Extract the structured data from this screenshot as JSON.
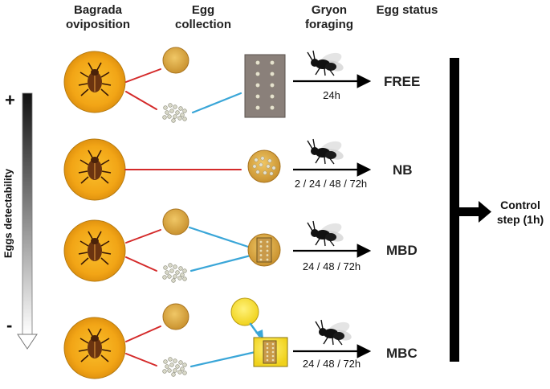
{
  "headers": {
    "oviposition": "Bagrada\noviposition",
    "collection": "Egg\ncollection",
    "foraging": "Gryon\nforaging",
    "status": "Egg status"
  },
  "axis": {
    "label": "Eggs detectability",
    "plus": "+",
    "minus": "-"
  },
  "rows": [
    {
      "status": "FREE",
      "time": "24h"
    },
    {
      "status": "NB",
      "time": "2 / 24 / 48 / 72h"
    },
    {
      "status": "MBD",
      "time": "24 / 48 / 72h"
    },
    {
      "status": "MBC",
      "time": "24 / 48 / 72h"
    }
  ],
  "control": {
    "label": "Control\nstep (1h)"
  },
  "colors": {
    "red_line": "#d42a2a",
    "blue_line": "#3aa6d8",
    "disc_yellow": "#f5a623",
    "disc_small": "#e0b04a",
    "board": "#8a807a",
    "black": "#000000"
  }
}
